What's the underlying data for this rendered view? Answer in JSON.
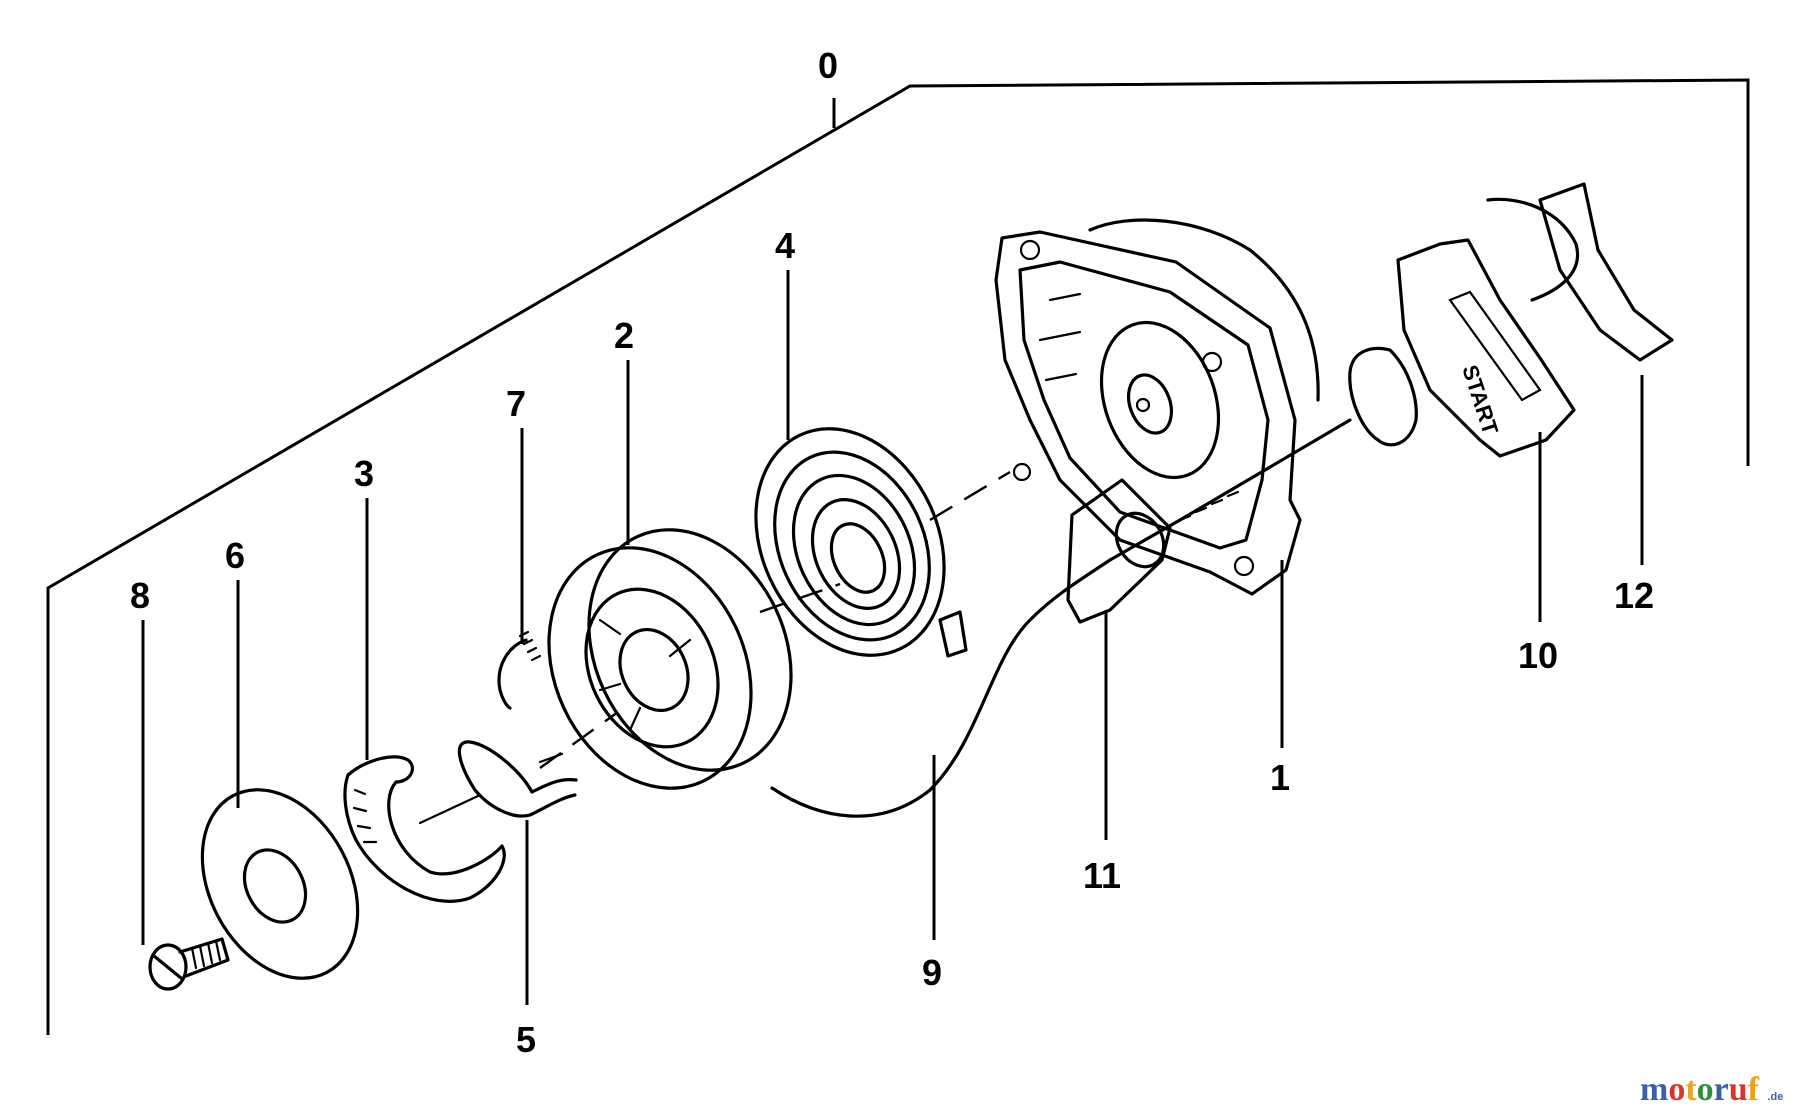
{
  "diagram": {
    "callouts": {
      "p0": "0",
      "p1": "1",
      "p2": "2",
      "p3": "3",
      "p4": "4",
      "p5": "5",
      "p6": "6",
      "p7": "7",
      "p8": "8",
      "p9": "9",
      "p10": "10",
      "p11": "11",
      "p12": "12"
    },
    "handle_text": "START"
  },
  "watermark": {
    "text": "motoruf",
    "suffix": ".de",
    "colors": [
      "#3b5fa8",
      "#d9342b",
      "#f0a21c",
      "#2f8f3e"
    ]
  }
}
